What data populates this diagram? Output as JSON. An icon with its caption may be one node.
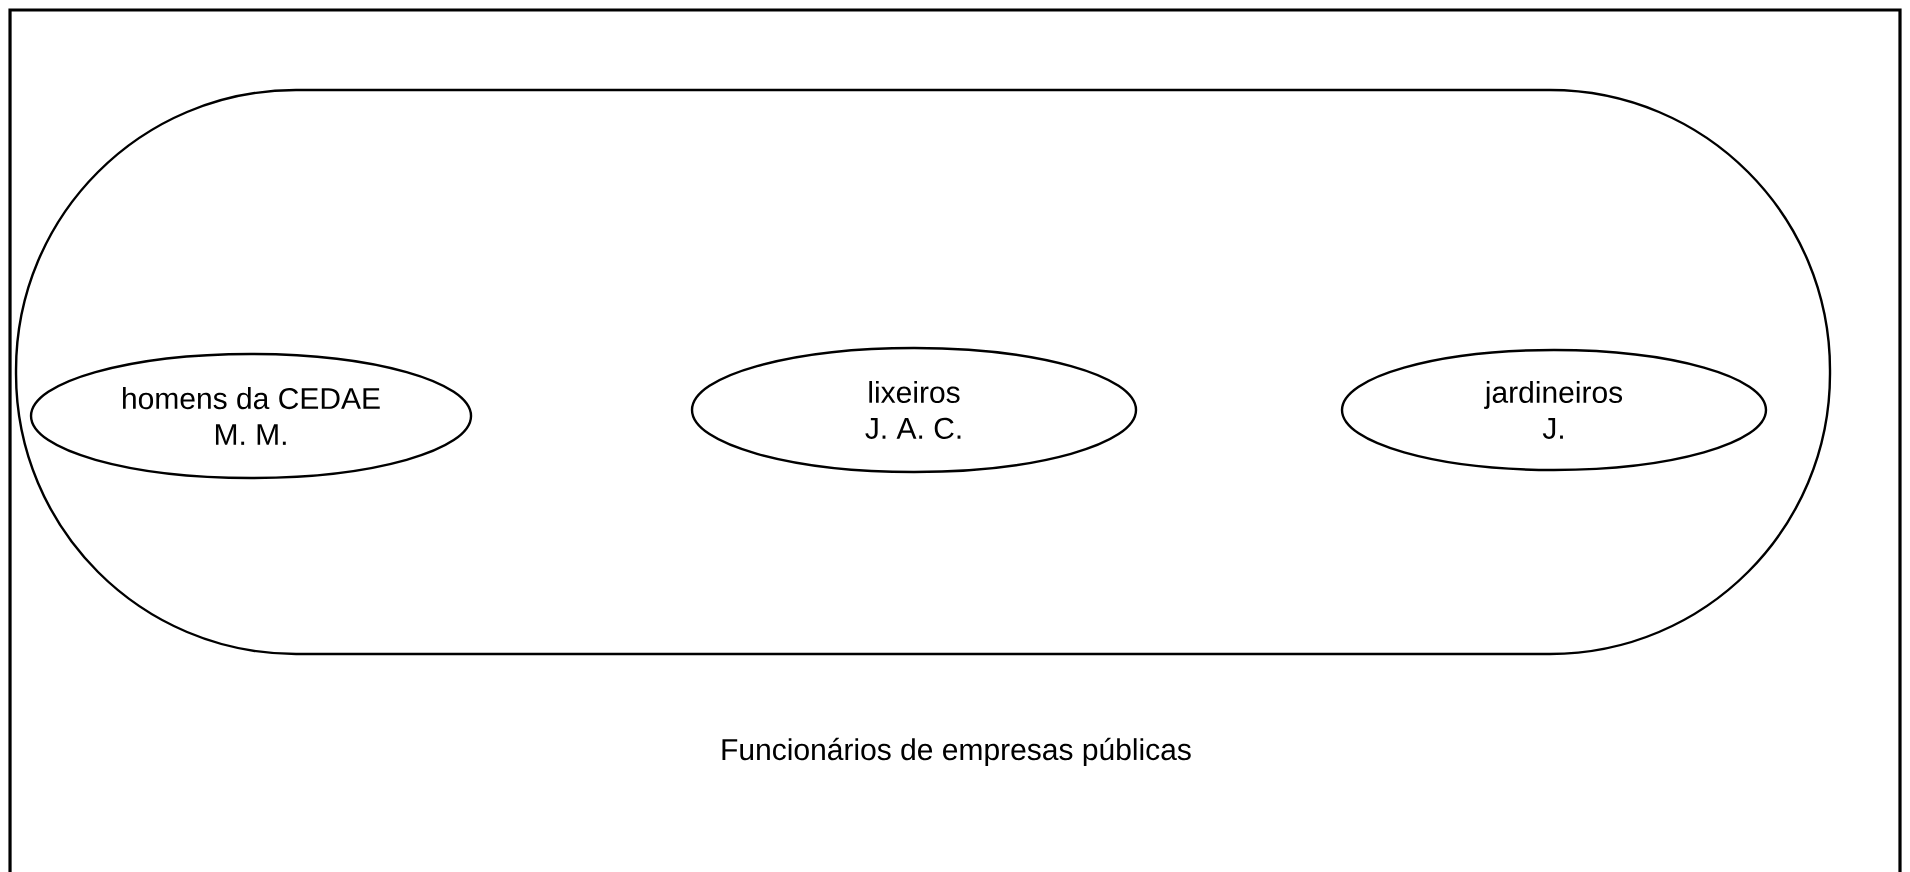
{
  "diagram": {
    "nodes": [
      {
        "text": [
          "Funcionários de empresas públicas"
        ]
      },
      {
        "text": [
          "homens da CEDAE",
          "M. M."
        ],
        "in": 0
      },
      {
        "text": [
          "lixeiros",
          "J. A. C."
        ],
        "in": 0
      },
      {
        "text": [
          "jardineiros",
          "J."
        ],
        "in": 0
      }
    ]
  }
}
